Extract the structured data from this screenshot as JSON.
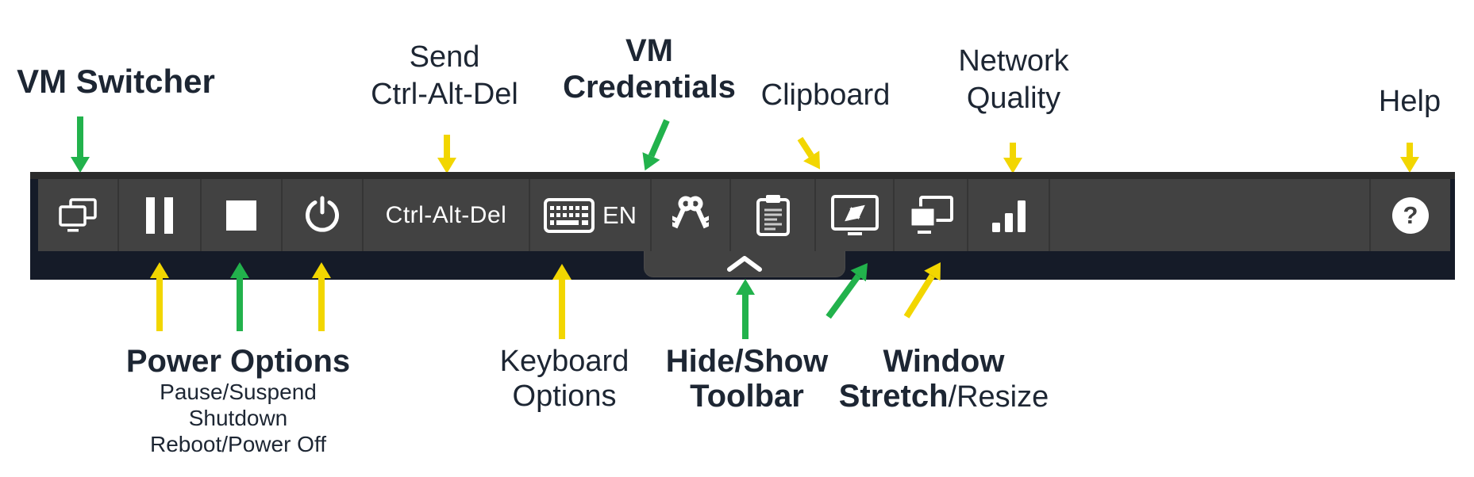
{
  "colors": {
    "green": "#22b24c",
    "yellow": "#f2d600",
    "ink": "#1d2633",
    "tb-gray": "#424242",
    "tb-top": "#2b2b2b",
    "tb-navy": "#151b28",
    "tb-divider": "#353535",
    "icon": "#ffffff"
  },
  "toolbar": {
    "ctrl_alt_del_label": "Ctrl-Alt-Del",
    "keyboard_lang": "EN",
    "help_glyph": "?",
    "icons": {
      "vm_switcher": "overlapping-screens",
      "pause": "pause-bars",
      "stop": "stop-square",
      "power": "power-symbol",
      "keyboard": "keyboard-grid",
      "vm_credentials": "crossed-keys",
      "clipboard": "clipboard-with-lines",
      "window_stretch": "screen-with-diagonal-arrow",
      "window_resize": "overlapping-windows",
      "network_quality": "signal-bars",
      "help": "question-mark-circle",
      "hide_show_toolbar": "chevron-up"
    }
  },
  "annotations": {
    "vm_switcher": {
      "text": "VM Switcher"
    },
    "send_cad": {
      "line1": "Send",
      "line2": "Ctrl-Alt-Del"
    },
    "vm_credentials": {
      "line1": "VM",
      "line2": "Credentials"
    },
    "clipboard": {
      "text": "Clipboard"
    },
    "network_quality": {
      "line1": "Network",
      "line2": "Quality"
    },
    "help": {
      "text": "Help"
    },
    "power_options": {
      "title": "Power Options",
      "items": [
        "Pause/Suspend",
        "Shutdown",
        "Reboot/Power Off"
      ]
    },
    "keyboard_options": {
      "line1": "Keyboard",
      "line2": "Options"
    },
    "hide_show": {
      "line1": "Hide/Show",
      "line2": "Toolbar"
    },
    "window_stretch": {
      "line1": "Window",
      "line2_bold": "Stretch",
      "line2_regular": "/Resize"
    }
  }
}
